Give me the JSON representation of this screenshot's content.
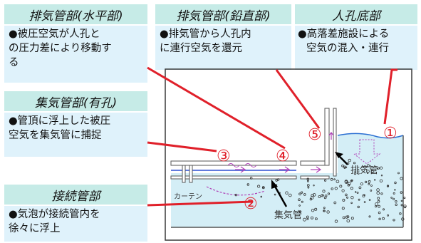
{
  "panels": {
    "exhaust_horizontal": {
      "title": "排気管部(水平部)",
      "lines": [
        "●被圧空気が人孔と",
        "の圧力差により移動す",
        "る"
      ]
    },
    "exhaust_vertical": {
      "title": "排気管部(鉛直部)",
      "lines": [
        "●排気管から人孔内",
        "に連行空気を還元"
      ]
    },
    "manhole_bottom": {
      "title": "人孔底部",
      "lines": [
        "●高落差施設による",
        "空気の混入・連行"
      ]
    },
    "collector": {
      "title": "集気管部(有孔)",
      "lines": [
        "●管頂に浮上した被圧",
        "空気を集気管に捕捉"
      ]
    },
    "connection": {
      "title": "接続管部",
      "lines": [
        "●気泡が接続管内を",
        "徐々に浮上"
      ]
    }
  },
  "diagram": {
    "markers": [
      "①",
      "②",
      "③",
      "④",
      "⑤"
    ],
    "label_exhaust_pipe": "排気管",
    "label_collector_pipe": "集気管",
    "label_curtain": "カーテン"
  },
  "colors": {
    "header_bg": "#c6ebe7",
    "body_bg": "#dff2fb",
    "leader_red": "#e0202a",
    "water": "#d4eef6",
    "arrow_purple": "#b044b8"
  }
}
